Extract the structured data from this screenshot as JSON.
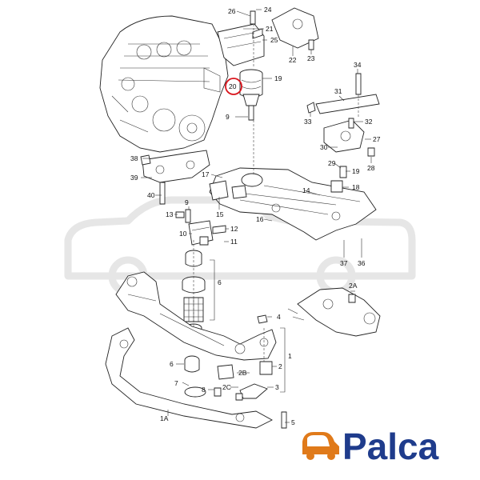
{
  "brand": {
    "name": "Palca",
    "accent_color": "#e07a1a",
    "text_color": "#1f3c8c"
  },
  "highlight_color": "#d9141c",
  "highlighted_part": "20",
  "labels": {
    "l26": "26",
    "l24": "24",
    "l21": "21",
    "l25": "25",
    "l22": "22",
    "l23": "23",
    "l20": "20",
    "l19a": "19",
    "l34": "34",
    "l31": "31",
    "l33": "33",
    "l32": "32",
    "l27": "27",
    "l30": "30",
    "l28": "28",
    "l29": "29",
    "l19b": "19",
    "l9a": "9",
    "l38": "38",
    "l39": "39",
    "l40": "40",
    "l17": "17",
    "l14": "14",
    "l18": "18",
    "l9b": "9",
    "l13": "13",
    "l15": "15",
    "l16": "16",
    "l12": "12",
    "l10": "10",
    "l11": "11",
    "l37": "37",
    "l36": "36",
    "l6a": "6",
    "l2A": "2A",
    "l4": "4",
    "l1": "1",
    "l6b": "6",
    "l2": "2",
    "l2B": "2B",
    "l7": "7",
    "l8": "8",
    "l2C": "2C",
    "l3": "3",
    "l1A": "1A",
    "l5": "5"
  }
}
